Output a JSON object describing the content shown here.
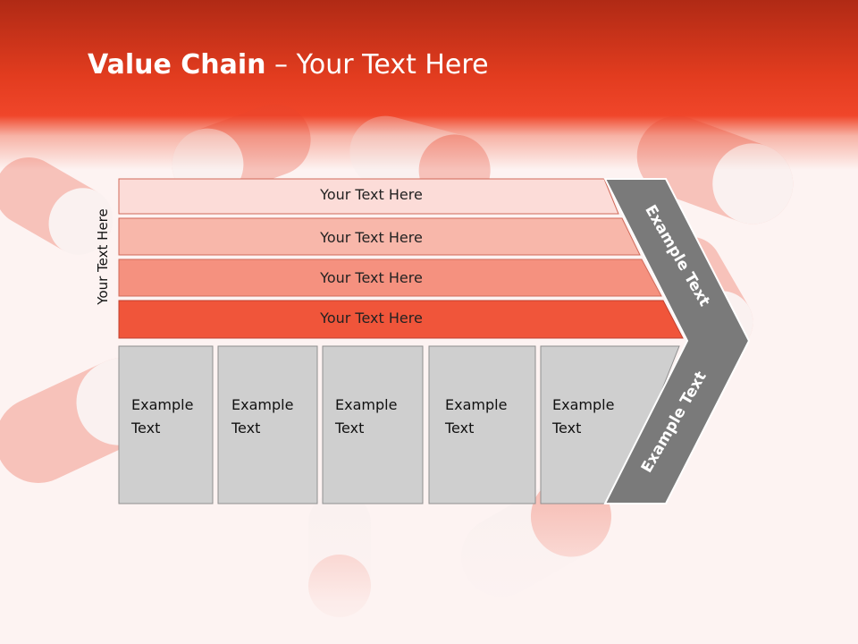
{
  "slide": {
    "title_bold": "Value Chain",
    "title_rest": " – Your Text Here"
  },
  "side_label": "Your Text Here",
  "stripes": [
    {
      "label": "Your Text Here",
      "color": "#fcdcd8"
    },
    {
      "label": "Your Text Here",
      "color": "#f8b7aa"
    },
    {
      "label": "Your Text Here",
      "color": "#f5917f"
    },
    {
      "label": "Your Text Here",
      "color": "#f0553a"
    }
  ],
  "boxes": [
    {
      "line1": "Example",
      "line2": "Text"
    },
    {
      "line1": "Example",
      "line2": "Text"
    },
    {
      "line1": "Example",
      "line2": "Text"
    },
    {
      "line1": "Example",
      "line2": "Text"
    },
    {
      "line1": "Example",
      "line2": "Text"
    }
  ],
  "chevron": {
    "upper_label": "Example Text",
    "lower_label": "Example Text",
    "color": "#7a7a7a"
  },
  "colors": {
    "header": "#e23c1f",
    "box_fill": "#cfcfcf",
    "box_border": "#8f8f8f"
  }
}
